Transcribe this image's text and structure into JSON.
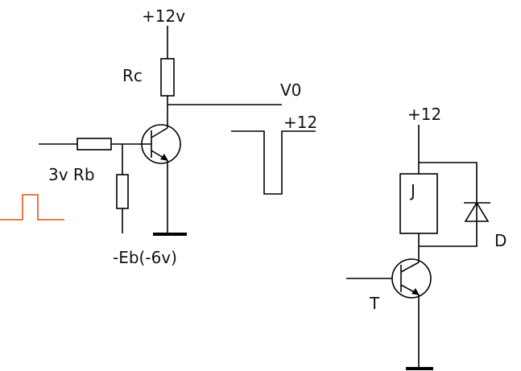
{
  "left_circuit": {
    "supply_label": "+12v",
    "collector_resistor_label": "Rc",
    "output_label": "V0",
    "output_level_label": "+12",
    "input_label": "3v Rb",
    "bias_label": "-Eb(-6v)"
  },
  "right_circuit": {
    "supply_label": "+12",
    "relay_label": "J",
    "diode_label": "D",
    "transistor_label": "T"
  },
  "colors": {
    "wire": "#000000",
    "input_pulse": "#e8692a"
  }
}
